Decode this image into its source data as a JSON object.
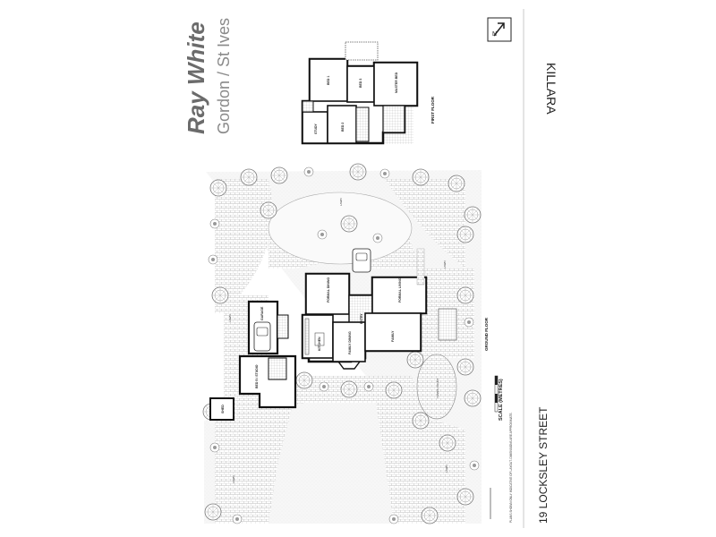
{
  "agency": {
    "brand": "Ray White",
    "office": "Gordon / St Ives"
  },
  "property": {
    "suburb": "KILLARA",
    "address": "19 LOCKSLEY STREET"
  },
  "floors": {
    "first": "FIRST FLOOR",
    "ground": "GROUND FLOOR"
  },
  "scale": {
    "label": "SCALE (METRES)",
    "disclaimer": "PLANS SHOWN ONLY INDICATIVE OF LAYOUT. DIMENSIONS ARE APPROXIMATE."
  },
  "first_floor_rooms": {
    "bed1": "BED 1",
    "bed3": "BED 3",
    "master": "MASTER BED",
    "study": "STUDY",
    "bed2": "BED 2"
  },
  "ground_floor_rooms": {
    "formal_dining": "FORMAL DINING",
    "entry": "ENTRY",
    "formal_living": "FORMAL LIVING",
    "garage": "GARAGE",
    "kitchen": "KITCHEN",
    "family_dining": "FAMILY DINING",
    "family": "FAMILY",
    "bed5": "BED 5 / STUDIO",
    "shed": "SHED",
    "lawn": "LAWN",
    "tennis": "TENNIS COURT"
  },
  "colors": {
    "brand_text": "#6b6b6b",
    "wall": "#111111",
    "paving": "#c8c8c8",
    "lawn_fill": "#f2f2f2"
  }
}
